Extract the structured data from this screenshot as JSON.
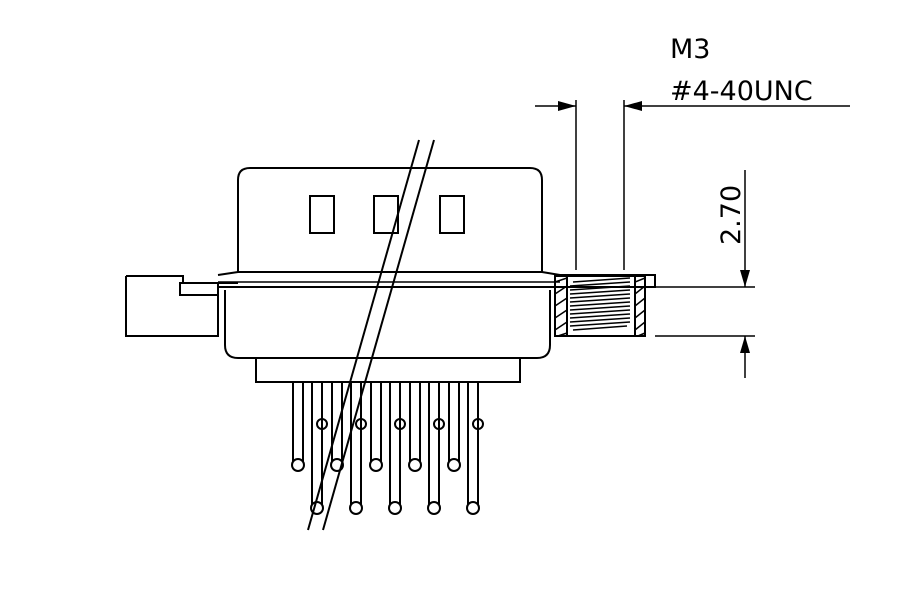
{
  "annotations": {
    "thread_metric": "M3",
    "thread_unified": "#4-40UNC",
    "thread_depth": "2.70"
  },
  "colors": {
    "line": "#000000",
    "background": "#ffffff"
  }
}
